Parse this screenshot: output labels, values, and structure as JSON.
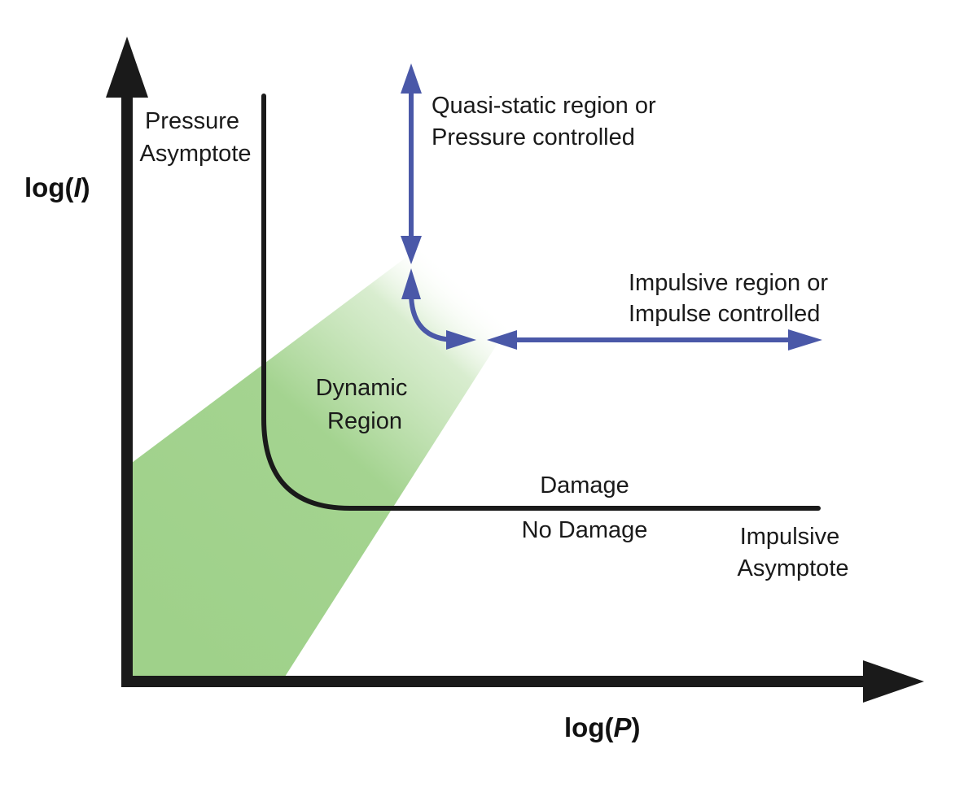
{
  "labels": {
    "y_axis": {
      "prefix": "log(",
      "var": "I",
      "suffix": ")"
    },
    "x_axis": {
      "prefix": "log(",
      "var": "P",
      "suffix": ")"
    },
    "pressure_asymptote": [
      "Pressure",
      "Asymptote"
    ],
    "quasi_static": [
      "Quasi-static region or",
      "Pressure controlled"
    ],
    "impulsive_region": [
      "Impulsive region or",
      "Impulse controlled"
    ],
    "dynamic_region": [
      "Dynamic",
      "Region"
    ],
    "damage": "Damage",
    "no_damage": "No Damage",
    "impulsive_asymptote": [
      "Impulsive",
      "Asymptote"
    ]
  },
  "colors": {
    "axis": "#1a1a1a",
    "curve": "#1a1a1a",
    "arrows": "#4a58a8",
    "dynamic_fill": "#9fd18a",
    "text": "#1a1a1a"
  }
}
